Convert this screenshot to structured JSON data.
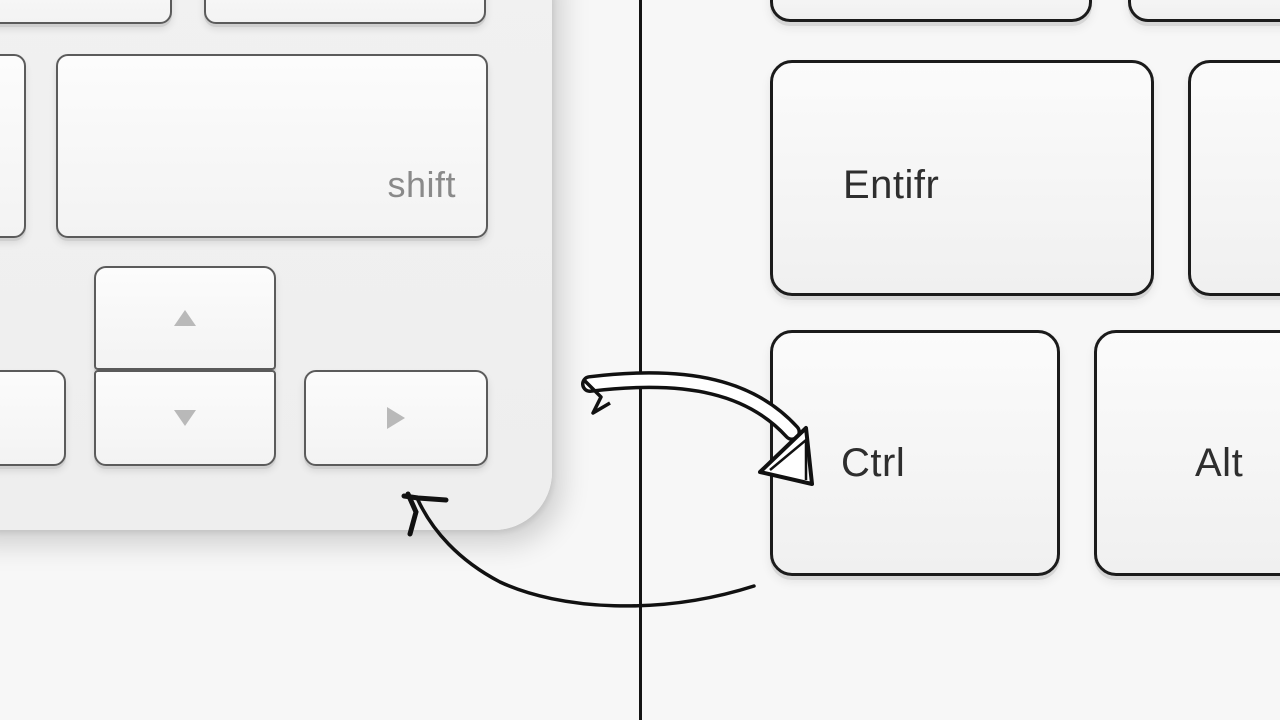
{
  "left_keyboard": {
    "shift_label": "shift",
    "arrow_up_icon": "triangle-up-icon",
    "arrow_down_icon": "triangle-down-icon",
    "arrow_right_icon": "triangle-right-icon"
  },
  "right_keyboard": {
    "enter_label": "Entifr",
    "ctrl_label": "Ctrl",
    "alt_label": "Alt"
  },
  "colors": {
    "background": "#f7f7f7",
    "key_label_gray": "#8a8a8a",
    "sketch_ink": "#1b1b1b"
  }
}
